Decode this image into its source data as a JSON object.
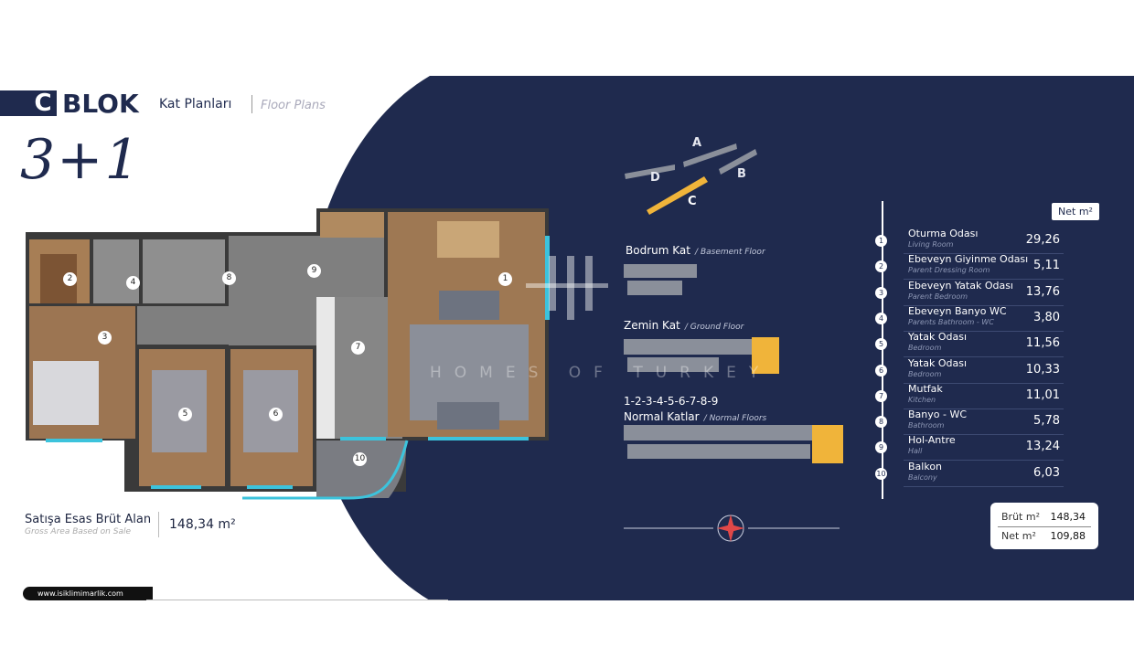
{
  "header": {
    "block_letter": "C",
    "block_word": "BLOK",
    "title_tr": "Kat Planları",
    "title_en": "Floor Plans"
  },
  "unit_type": "3+1",
  "plan_room_numbers": [
    "1",
    "2",
    "3",
    "4",
    "5",
    "6",
    "7",
    "8",
    "9",
    "10"
  ],
  "site_blocks": [
    "A",
    "B",
    "C",
    "D"
  ],
  "floors": [
    {
      "tr": "Bodrum Kat",
      "en": "/ Basement Floor"
    },
    {
      "tr": "Zemin Kat",
      "en": "/ Ground Floor"
    },
    {
      "numbers": "1-2-3-4-5-6-7-8-9",
      "tr": "Normal Katlar",
      "en": "/ Normal Floors"
    }
  ],
  "watermark": "HOMES OF TURKEY",
  "gross_area": {
    "label_tr": "Satışa Esas Brüt Alan",
    "label_en": "Gross Area Based on Sale",
    "value": "148,34 m²"
  },
  "website": "www.isiklimimarlik.com",
  "table": {
    "header": "Net m²",
    "rows": [
      {
        "no": "1",
        "tr": "Oturma Odası",
        "en": "Living Room",
        "value": "29,26"
      },
      {
        "no": "2",
        "tr": "Ebeveyn Giyinme Odası",
        "en": "Parent Dressing Room",
        "value": "5,11"
      },
      {
        "no": "3",
        "tr": "Ebeveyn Yatak Odası",
        "en": "Parent Bedroom",
        "value": "13,76"
      },
      {
        "no": "4",
        "tr": "Ebeveyn Banyo WC",
        "en": "Parents Bathroom - WC",
        "value": "3,80"
      },
      {
        "no": "5",
        "tr": "Yatak Odası",
        "en": "Bedroom",
        "value": "11,56"
      },
      {
        "no": "6",
        "tr": "Yatak Odası",
        "en": "Bedroom",
        "value": "10,33"
      },
      {
        "no": "7",
        "tr": "Mutfak",
        "en": "Kitchen",
        "value": "11,01"
      },
      {
        "no": "8",
        "tr": "Banyo - WC",
        "en": "Bathroom",
        "value": "5,78"
      },
      {
        "no": "9",
        "tr": "Hol-Antre",
        "en": "Hall",
        "value": "13,24"
      },
      {
        "no": "10",
        "tr": "Balkon",
        "en": "Balcony",
        "value": "6,03"
      }
    ],
    "totals": {
      "gross_label": "Brüt m²",
      "gross_value": "148,34",
      "net_label": "Net m²",
      "net_value": "109,88"
    }
  },
  "colors": {
    "navy": "#1f2a4e",
    "highlight": "#f0b43a",
    "window": "#3cc3dc"
  }
}
